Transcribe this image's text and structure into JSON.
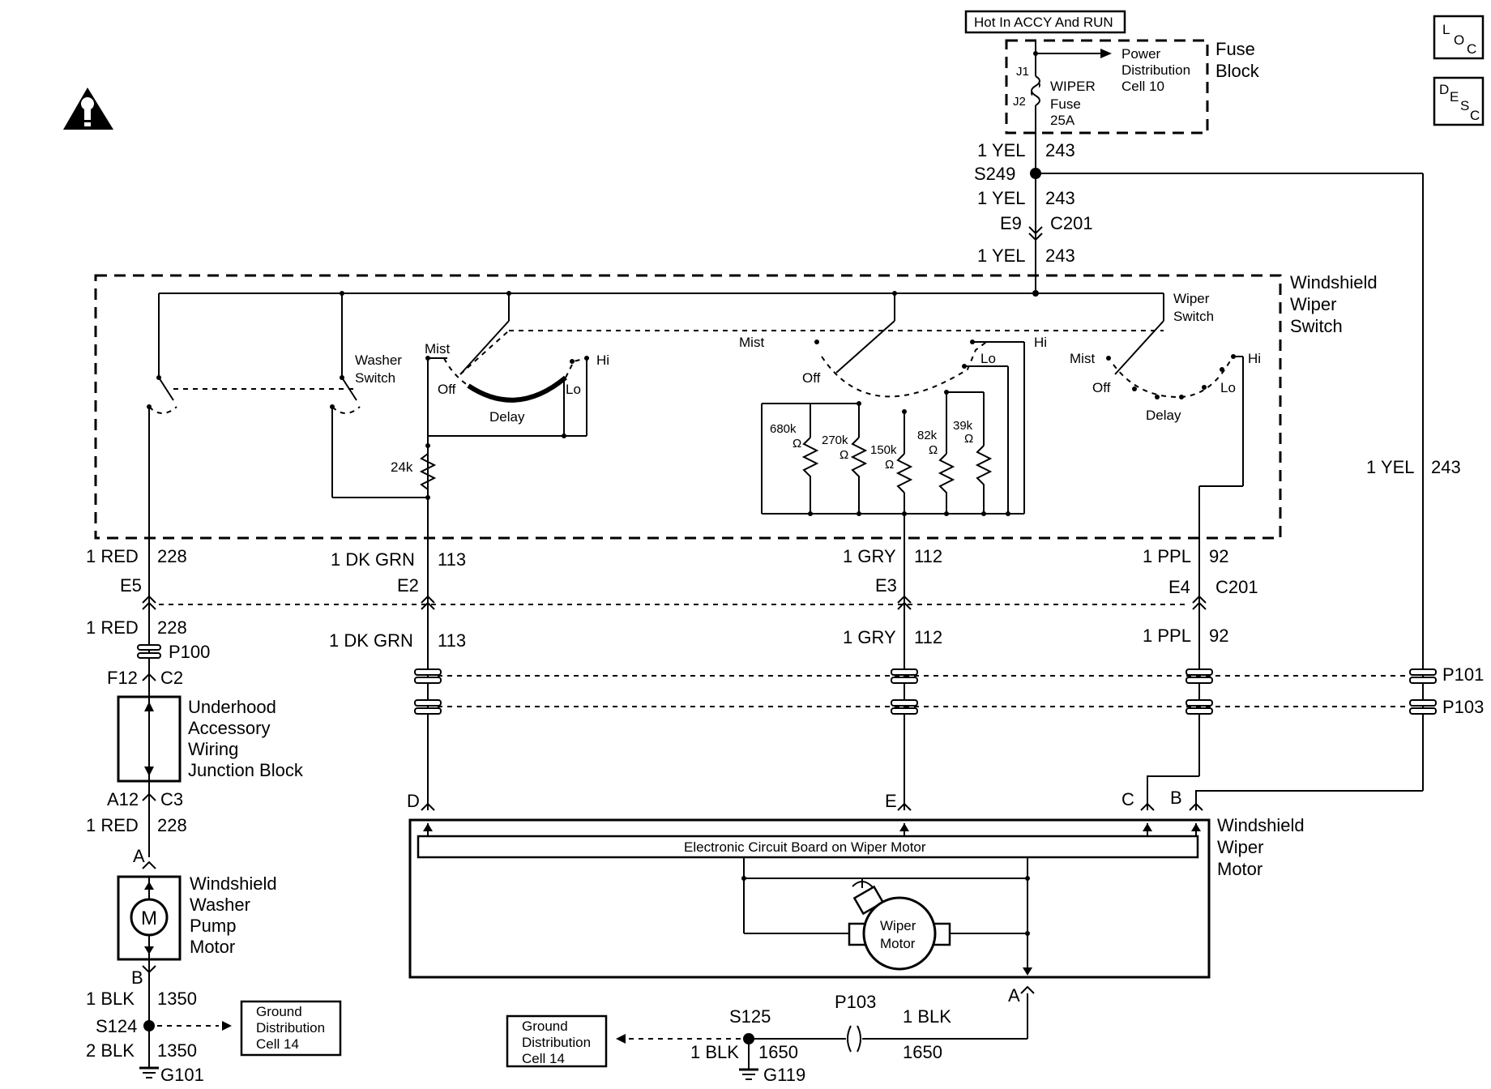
{
  "header": {
    "power_label": "Hot In ACCY And RUN",
    "loc_label": [
      "L",
      "O",
      "C"
    ],
    "desc_label": [
      "D",
      "E",
      "S",
      "C"
    ]
  },
  "fuse_block": {
    "title_line1": "Fuse",
    "title_line2": "Block",
    "terminal_j1": "J1",
    "terminal_j2": "J2",
    "fuse_name": "WIPER",
    "fuse_word": "Fuse",
    "fuse_rating": "25A",
    "pd_line1": "Power",
    "pd_line2": "Distribution",
    "pd_line3": "Cell 10"
  },
  "feed": {
    "wire1_gauge": "1 YEL",
    "wire1_circuit": "243",
    "splice": "S249",
    "wire2_gauge": "1 YEL",
    "wire2_circuit": "243",
    "pin_e9": "E9",
    "conn_c201": "C201",
    "wire3_gauge": "1 YEL",
    "wire3_circuit": "243",
    "right_gauge": "1 YEL",
    "right_circuit": "243"
  },
  "wiper_switch": {
    "title_line1": "Windshield",
    "title_line2": "Wiper",
    "title_line3": "Switch",
    "washer_line1": "Washer",
    "washer_line2": "Switch",
    "wiper_line1": "Wiper",
    "wiper_line2": "Switch",
    "left": {
      "mist": "Mist",
      "off": "Off",
      "hi": "Hi",
      "lo": "Lo",
      "delay": "Delay",
      "resistor": "24k"
    },
    "middle": {
      "mist": "Mist",
      "off": "Off",
      "hi": "Hi",
      "lo": "Lo",
      "r1": "680k",
      "r2": "270k",
      "r3": "150k",
      "r4": "82k",
      "r5": "39k",
      "ohm": "Ω"
    },
    "right": {
      "mist": "Mist",
      "off": "Off",
      "hi": "Hi",
      "lo": "Lo",
      "delay": "Delay"
    }
  },
  "circuits": {
    "red_gauge": "1 RED",
    "red_circuit": "228",
    "red_pin": "E5",
    "red2_gauge": "1 RED",
    "red2_circuit": "228",
    "grn_gauge": "1 DK GRN",
    "grn_circuit": "113",
    "grn_pin": "E2",
    "grn2_gauge": "1 DK GRN",
    "grn2_circuit": "113",
    "gry_gauge": "1 GRY",
    "gry_circuit": "112",
    "gry_pin": "E3",
    "gry2_gauge": "1 GRY",
    "gry2_circuit": "112",
    "ppl_gauge": "1 PPL",
    "ppl_circuit": "92",
    "ppl_pin": "E4",
    "ppl_conn": "C201",
    "ppl2_gauge": "1 PPL",
    "ppl2_circuit": "92",
    "p100": "P100",
    "p101": "P101",
    "p103": "P103",
    "f12": "F12",
    "c2": "C2",
    "a12": "A12",
    "c3": "C3",
    "red3_gauge": "1 RED",
    "red3_circuit": "228"
  },
  "junction_block": {
    "line1": "Underhood",
    "line2": "Accessory",
    "line3": "Wiring",
    "line4": "Junction Block"
  },
  "washer_pump": {
    "pin_a": "A",
    "pin_b": "B",
    "motor_symbol": "M",
    "line1": "Windshield",
    "line2": "Washer",
    "line3": "Pump",
    "line4": "Motor"
  },
  "wiper_motor": {
    "pin_d": "D",
    "pin_e": "E",
    "pin_c": "C",
    "pin_b": "B",
    "pin_a": "A",
    "board_label": "Electronic Circuit Board on Wiper Motor",
    "motor_line1": "Wiper",
    "motor_line2": "Motor",
    "title_line1": "Windshield",
    "title_line2": "Wiper",
    "title_line3": "Motor"
  },
  "ground_left": {
    "gauge1": "1 BLK",
    "circuit1": "1350",
    "splice": "S124",
    "gauge2": "2 BLK",
    "circuit2": "1350",
    "ground": "G101",
    "gd_line1": "Ground",
    "gd_line2": "Distribution",
    "gd_line3": "Cell 14"
  },
  "ground_right": {
    "gd_line1": "Ground",
    "gd_line2": "Distribution",
    "gd_line3": "Cell 14",
    "splice": "S125",
    "conn": "P103",
    "gauge1": "1 BLK",
    "circuit1": "1650",
    "gauge2": "1 BLK",
    "circuit2": "1650",
    "ground": "G119"
  }
}
